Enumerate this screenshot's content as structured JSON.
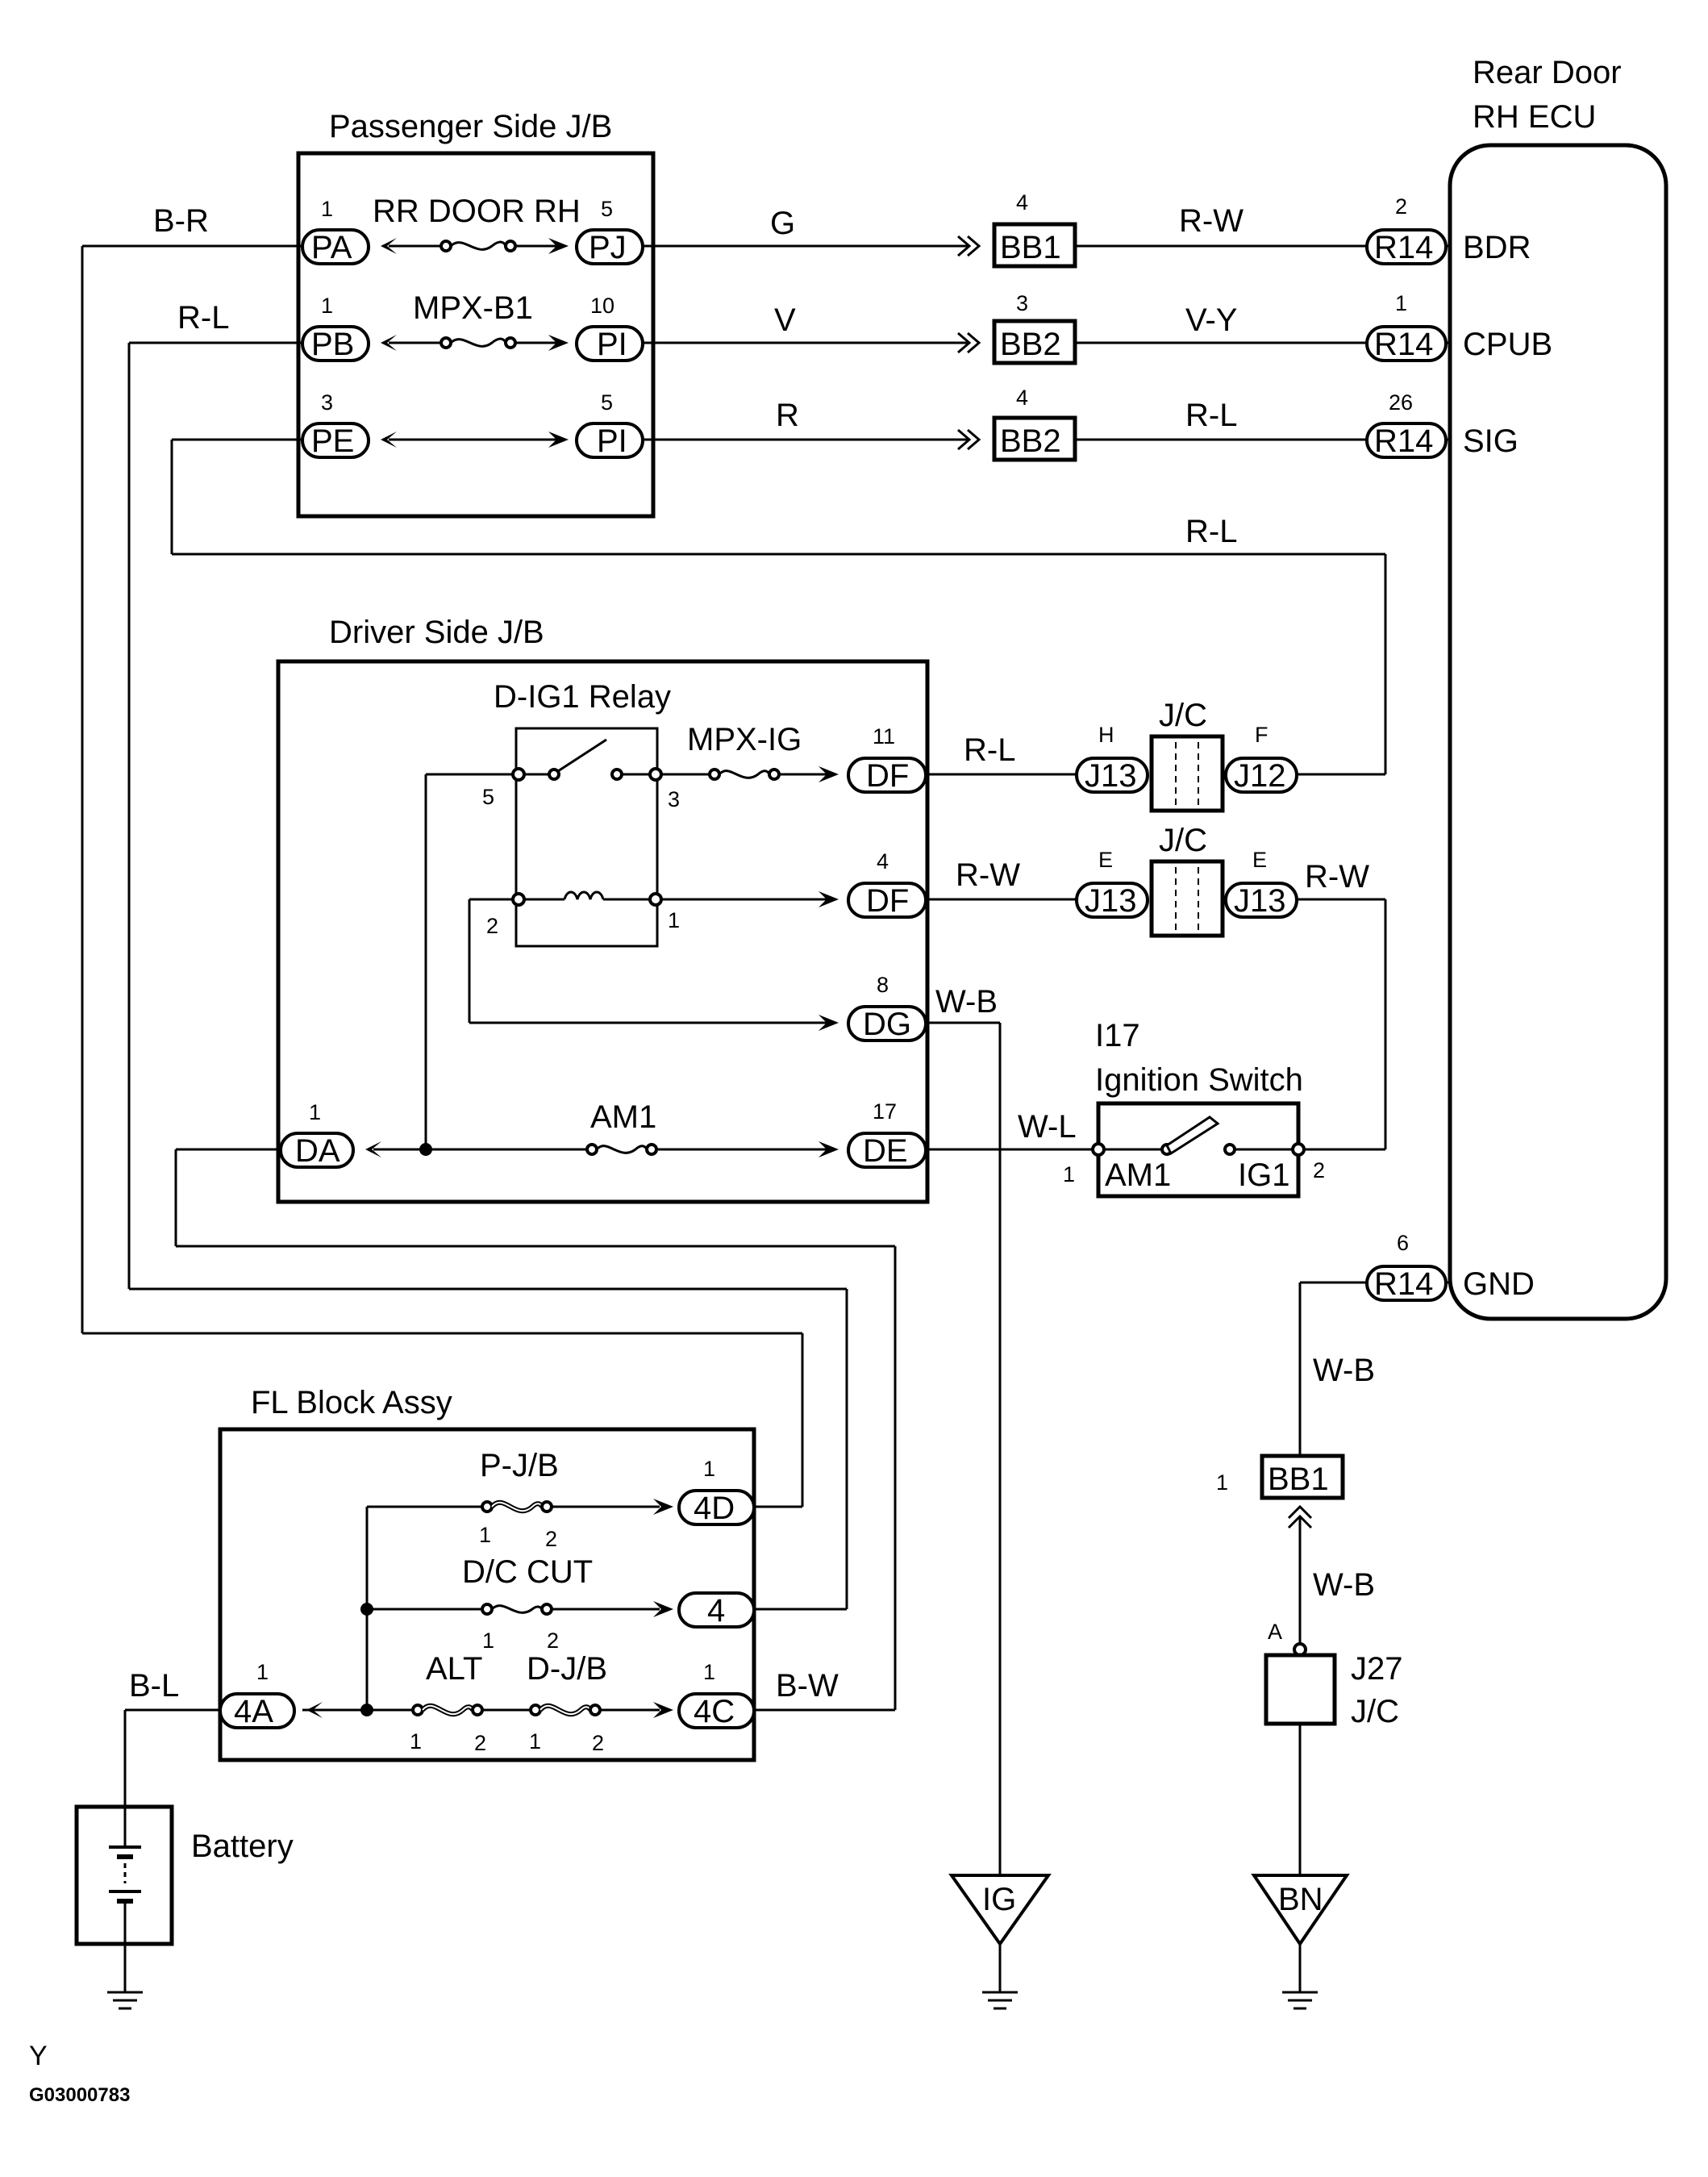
{
  "blocks": {
    "passenger_jb": "Passenger Side J/B",
    "driver_jb": "Driver Side J/B",
    "fl_block": "FL Block Assy",
    "ecu_line1": "Rear Door",
    "ecu_line2": "RH ECU",
    "relay": "D-IG1  Relay",
    "ign_ref": "I17",
    "ign_name": "Ignition Switch",
    "battery": "Battery",
    "jc_a": "J/C",
    "jc_b": "J/C",
    "j27_id": "J27",
    "j27_sub": "J/C"
  },
  "fuses": {
    "rr_door_rh": "RR DOOR RH",
    "mpx_b1": "MPX-B1",
    "mpx_ig": "MPX-IG",
    "am1": "AM1",
    "pjb": "P-J/B",
    "dc_cut": "D/C CUT",
    "alt": "ALT",
    "djb": "D-J/B"
  },
  "connectors": {
    "PA": "PA",
    "PB": "PB",
    "PE": "PE",
    "PJ": "PJ",
    "PI1": "PI",
    "PI2": "PI",
    "BB1a": "BB1",
    "BB2a": "BB2",
    "BB2b": "BB2",
    "R14a": "R14",
    "R14b": "R14",
    "R14c": "R14",
    "R14d": "R14",
    "DF1": "DF",
    "DF2": "DF",
    "DG": "DG",
    "DE": "DE",
    "DA": "DA",
    "J13a": "J13",
    "J12": "J12",
    "J13b": "J13",
    "J13c": "J13",
    "C4D": "4D",
    "C4": "4",
    "C4C": "4C",
    "C4A": "4A",
    "BB1b": "BB1"
  },
  "pins": {
    "PA": "1",
    "PJ": "5",
    "PB": "1",
    "PI1": "10",
    "PE": "3",
    "PI2": "5",
    "BB1a": "4",
    "BB2a": "3",
    "BB2b": "4",
    "R14a": "2",
    "R14b": "1",
    "R14c": "26",
    "R14d": "6",
    "DF1": "11",
    "DF2": "4",
    "DG": "8",
    "DE": "17",
    "DA": "1",
    "relay5": "5",
    "relay3": "3",
    "relay2": "2",
    "relay1": "1",
    "jH": "H",
    "jF": "F",
    "jE1": "E",
    "jE2": "E",
    "ign1": "1",
    "ign2": "2",
    "C4D": "1",
    "C4C": "1",
    "C4A": "1",
    "pjb1": "1",
    "pjb2": "2",
    "dc1": "1",
    "dc2": "2",
    "alt1": "1",
    "alt2": "2",
    "djb1": "1",
    "djb2": "2",
    "BB1b": "1",
    "jA": "A"
  },
  "ecu_terminals": {
    "bdr": "BDR",
    "cpub": "CPUB",
    "sig": "SIG",
    "gnd": "GND"
  },
  "ign_terminals": {
    "am1": "AM1",
    "ig1": "IG1"
  },
  "wires": {
    "BR": "B-R",
    "RL1": "R-L",
    "G": "G",
    "V": "V",
    "R": "R",
    "RW1": "R-W",
    "VY": "V-Y",
    "RL2": "R-L",
    "RL3": "R-L",
    "RL4": "R-L",
    "RW2": "R-W",
    "RW3": "R-W",
    "WB1": "W-B",
    "WL": "W-L",
    "WB2": "W-B",
    "WB3": "W-B",
    "BL": "B-L",
    "BW": "B-W"
  },
  "grounds": {
    "IG": "IG",
    "BN": "BN"
  },
  "footer": {
    "y": "Y",
    "code": "G03000783"
  }
}
